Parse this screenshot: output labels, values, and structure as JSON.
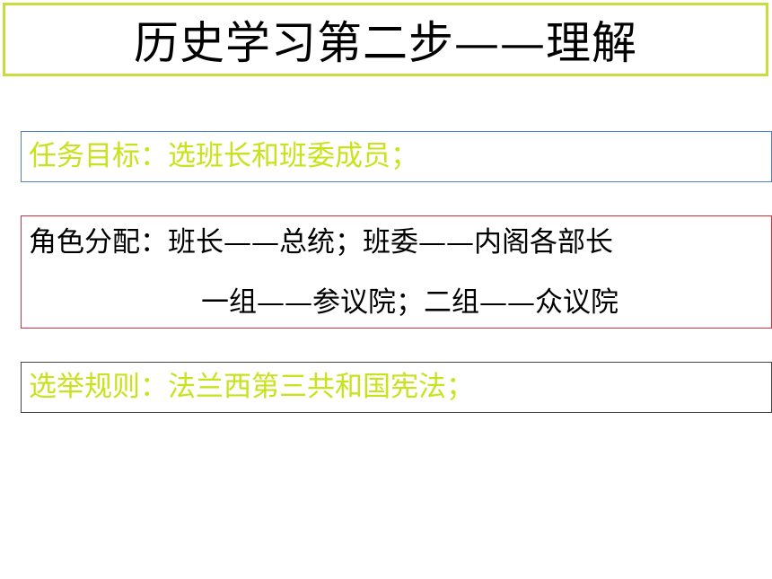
{
  "slide": {
    "title": "历史学习第二步——理解",
    "goal": "任务目标：选班长和班委成员；",
    "roles_line_1": "角色分配：班长——总统；班委——内阁各部长",
    "roles_line_2": "一组——参议院；二组——众议院",
    "rules": "选举规则：法兰西第三共和国宪法；"
  },
  "colors": {
    "title_border": "#c8dd3c",
    "highlight_text": "#c8e21c",
    "goal_border": "#4a7fd4",
    "roles_border": "#d9303a",
    "rules_border": "#444444"
  }
}
